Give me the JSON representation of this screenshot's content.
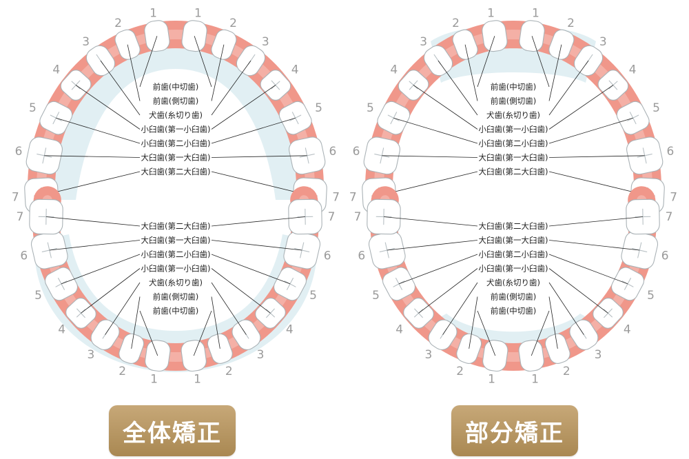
{
  "colors": {
    "gum": "#f0978a",
    "gum_light": "#f7c4bd",
    "highlight": "#dcecf1",
    "tooth_outline": "#aab2b6",
    "button_gold": "#b6955f"
  },
  "charts": [
    {
      "upper_labels": [
        "前歯(中切歯)",
        "前歯(側切歯)",
        "犬歯(糸切り歯)",
        "小臼歯(第一小臼歯)",
        "小臼歯(第二小臼歯)",
        "大臼歯(第一大臼歯)",
        "大臼歯(第二大臼歯)"
      ],
      "lower_labels": [
        "大臼歯(第二大臼歯)",
        "大臼歯(第一大臼歯)",
        "小臼歯(第二小臼歯)",
        "小臼歯(第一小臼歯)",
        "犬歯(糸切り歯)",
        "前歯(側切歯)",
        "前歯(中切歯)"
      ],
      "upper_numbers": [
        "1",
        "2",
        "3",
        "4",
        "5",
        "6",
        "7",
        "1",
        "2",
        "3",
        "4",
        "5",
        "6",
        "7"
      ],
      "lower_numbers": [
        "7",
        "6",
        "5",
        "4",
        "3",
        "2",
        "1",
        "7",
        "6",
        "5",
        "4",
        "3",
        "2",
        "1"
      ],
      "button": "全体矯正"
    },
    {
      "upper_labels": [
        "前歯(中切歯)",
        "前歯(側切歯)",
        "犬歯(糸切り歯)",
        "小臼歯(第一小臼歯)",
        "小臼歯(第二小臼歯)",
        "大臼歯(第一大臼歯)",
        "大臼歯(第二大臼歯)"
      ],
      "lower_labels": [
        "大臼歯(第二大臼歯)",
        "大臼歯(第一大臼歯)",
        "小臼歯(第二小臼歯)",
        "小臼歯(第一小臼歯)",
        "犬歯(糸切り歯)",
        "前歯(側切歯)",
        "前歯(中切歯)"
      ],
      "upper_numbers": [
        "1",
        "2",
        "3",
        "4",
        "5",
        "6",
        "7",
        "1",
        "2",
        "3",
        "4",
        "5",
        "6",
        "7"
      ],
      "lower_numbers": [
        "7",
        "6",
        "5",
        "4",
        "3",
        "2",
        "1",
        "7",
        "6",
        "5",
        "4",
        "3",
        "2",
        "1"
      ],
      "button": "部分矯正"
    }
  ]
}
